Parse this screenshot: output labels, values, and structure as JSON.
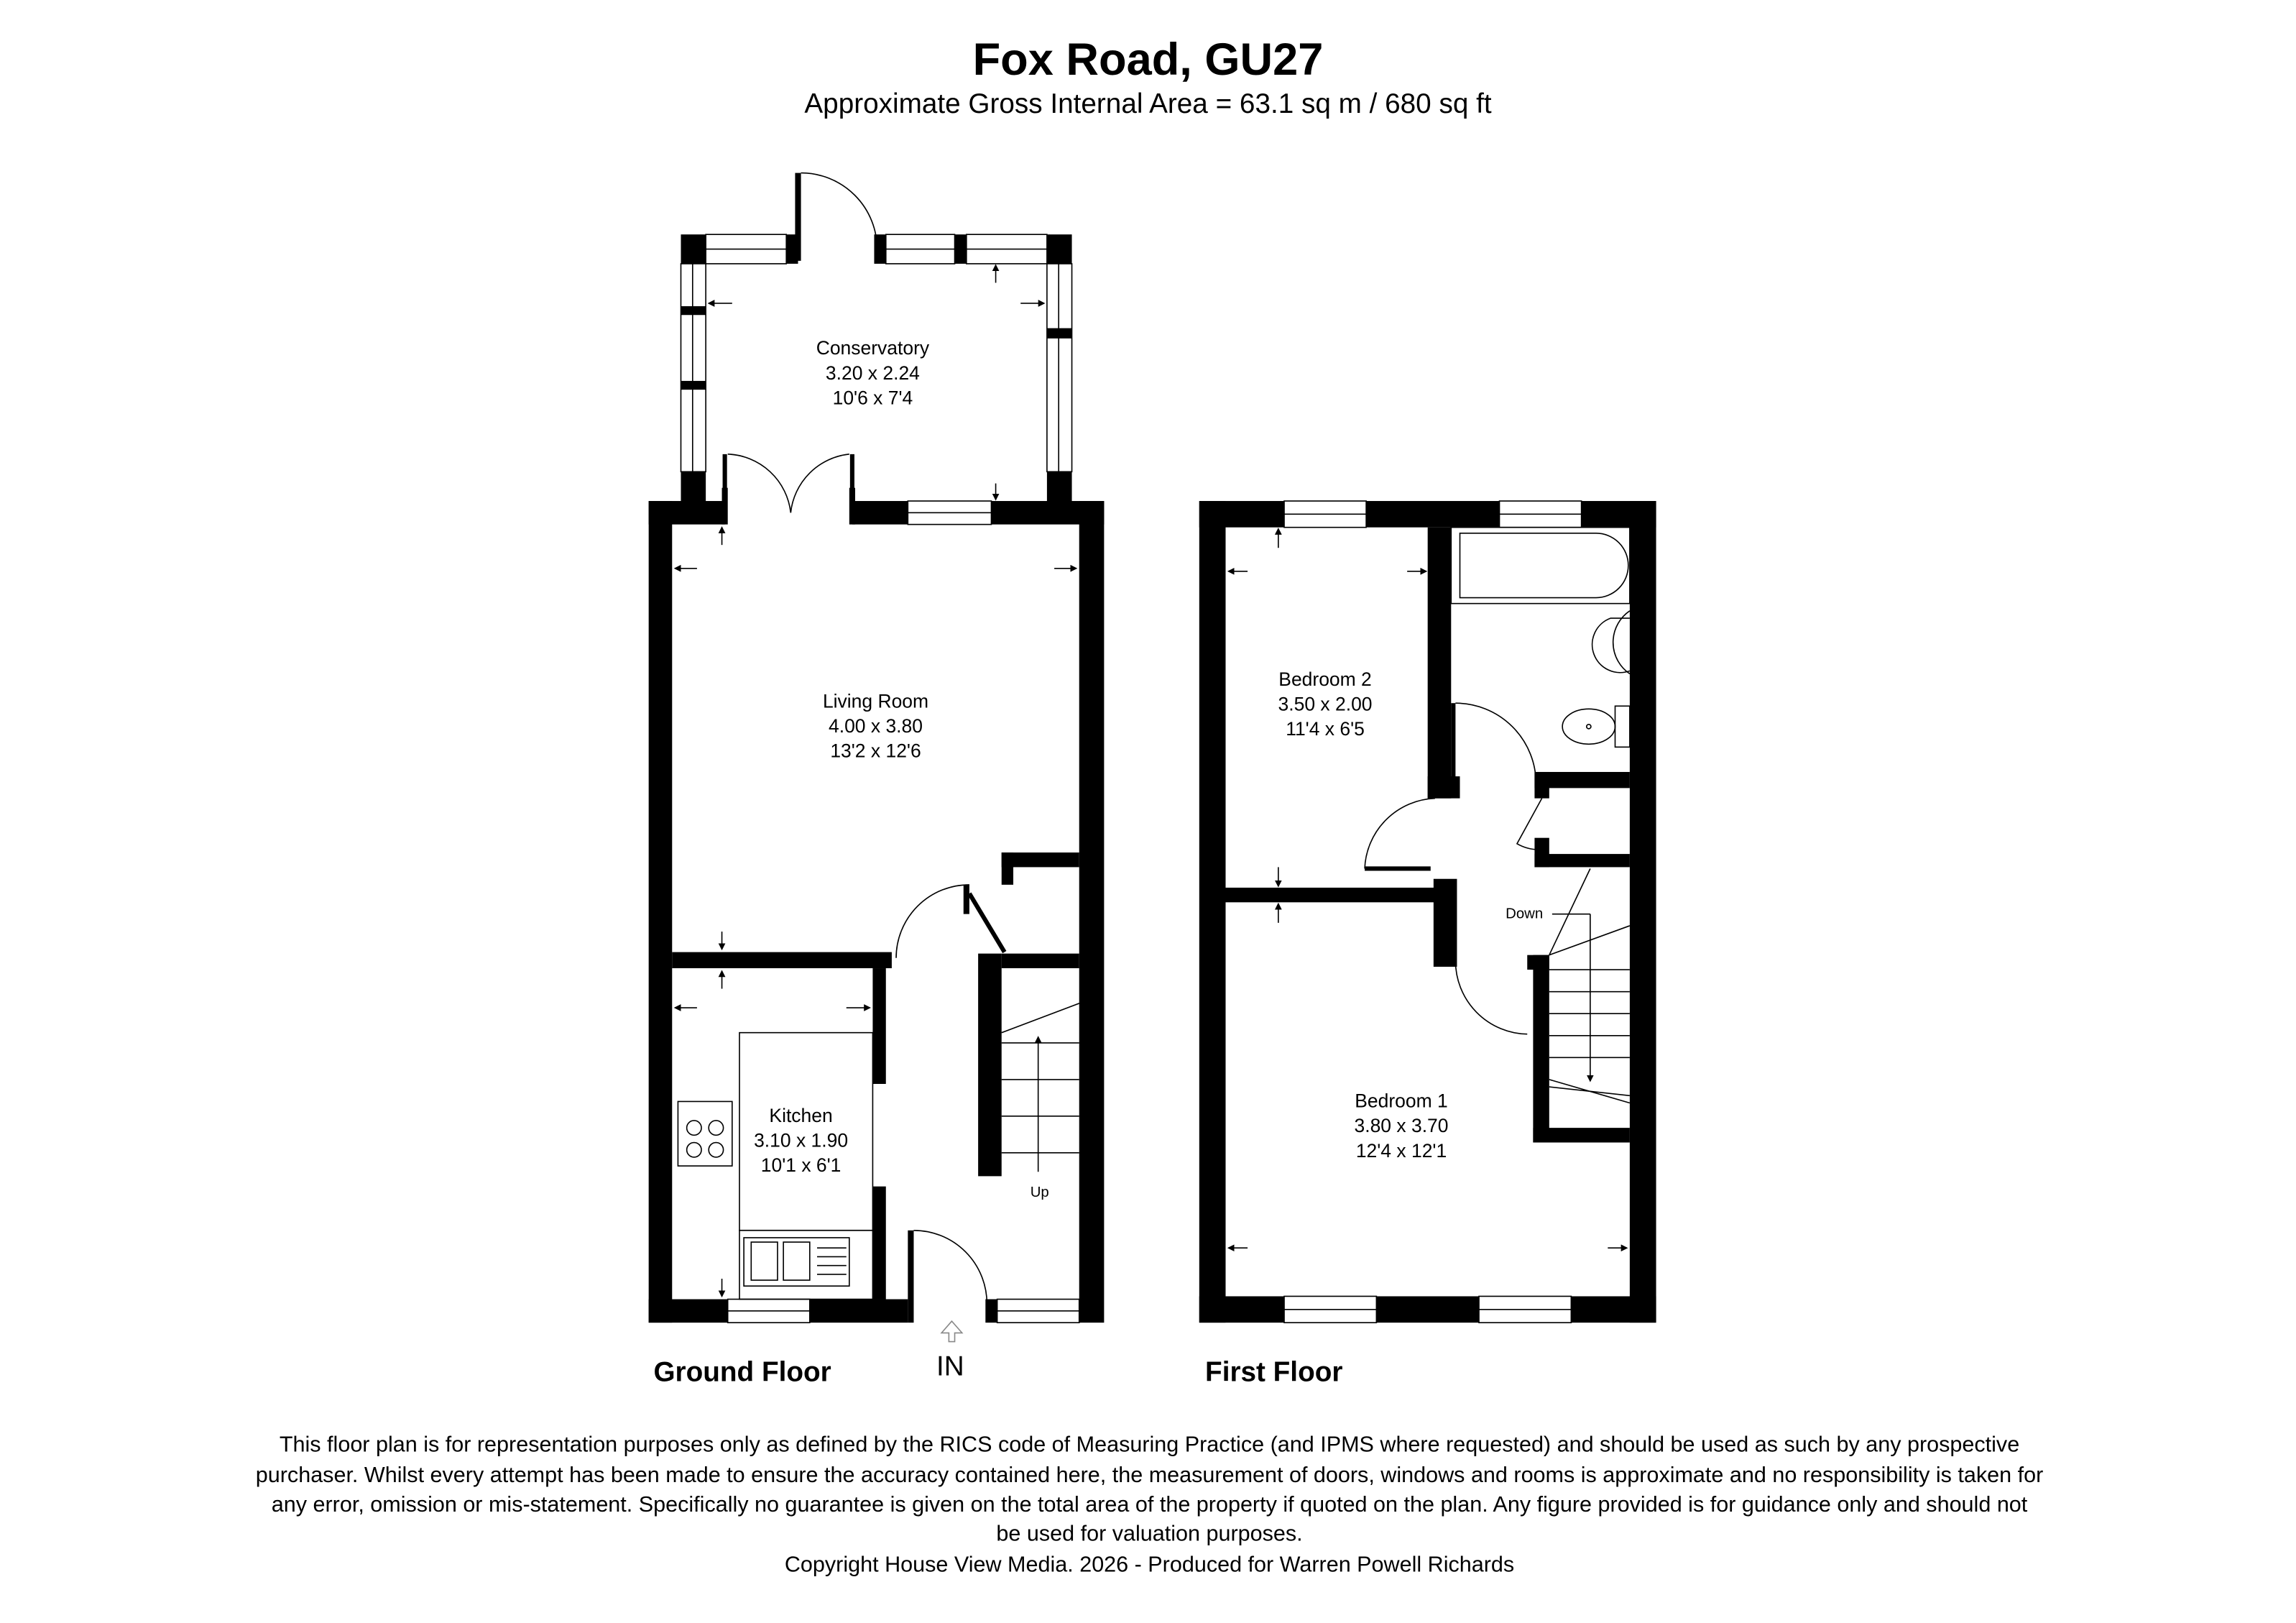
{
  "header": {
    "title": "Fox Road, GU27",
    "subtitle": "Approximate Gross Internal Area = 63.1 sq m / 680 sq ft"
  },
  "ground_floor": {
    "label": "Ground Floor",
    "entrance_label": "IN",
    "stairs_label": "Up",
    "rooms": [
      {
        "name": "Conservatory",
        "metric": "3.20 x 2.24",
        "imperial": "10'6 x 7'4"
      },
      {
        "name": "Living Room",
        "metric": "4.00 x 3.80",
        "imperial": "13'2 x 12'6"
      },
      {
        "name": "Kitchen",
        "metric": "3.10 x 1.90",
        "imperial": "10'1 x 6'1"
      }
    ]
  },
  "first_floor": {
    "label": "First Floor",
    "stairs_label": "Down",
    "rooms": [
      {
        "name": "Bedroom 2",
        "metric": "3.50 x 2.00",
        "imperial": "11'4 x 6'5"
      },
      {
        "name": "Bedroom 1",
        "metric": "3.80 x 3.70",
        "imperial": "12'4 x 12'1"
      }
    ]
  },
  "footer": {
    "disclaimer_lines": [
      "This floor plan is for representation purposes only as defined by the RICS code of Measuring Practice (and IPMS where requested) and should be used as such by any prospective",
      "purchaser. Whilst every attempt has been made to ensure the accuracy contained here, the measurement of doors, windows and rooms is approximate and no responsibility is taken for",
      "any error, omission or mis-statement. Specifically no guarantee is given on the total area of the property if quoted on the plan. Any figure provided is for guidance only and should not",
      "be used for valuation purposes."
    ],
    "copyright": "Copyright House View Media. 2026 - Produced for Warren Powell Richards"
  },
  "colors": {
    "wall": "#000000",
    "background": "#ffffff"
  }
}
